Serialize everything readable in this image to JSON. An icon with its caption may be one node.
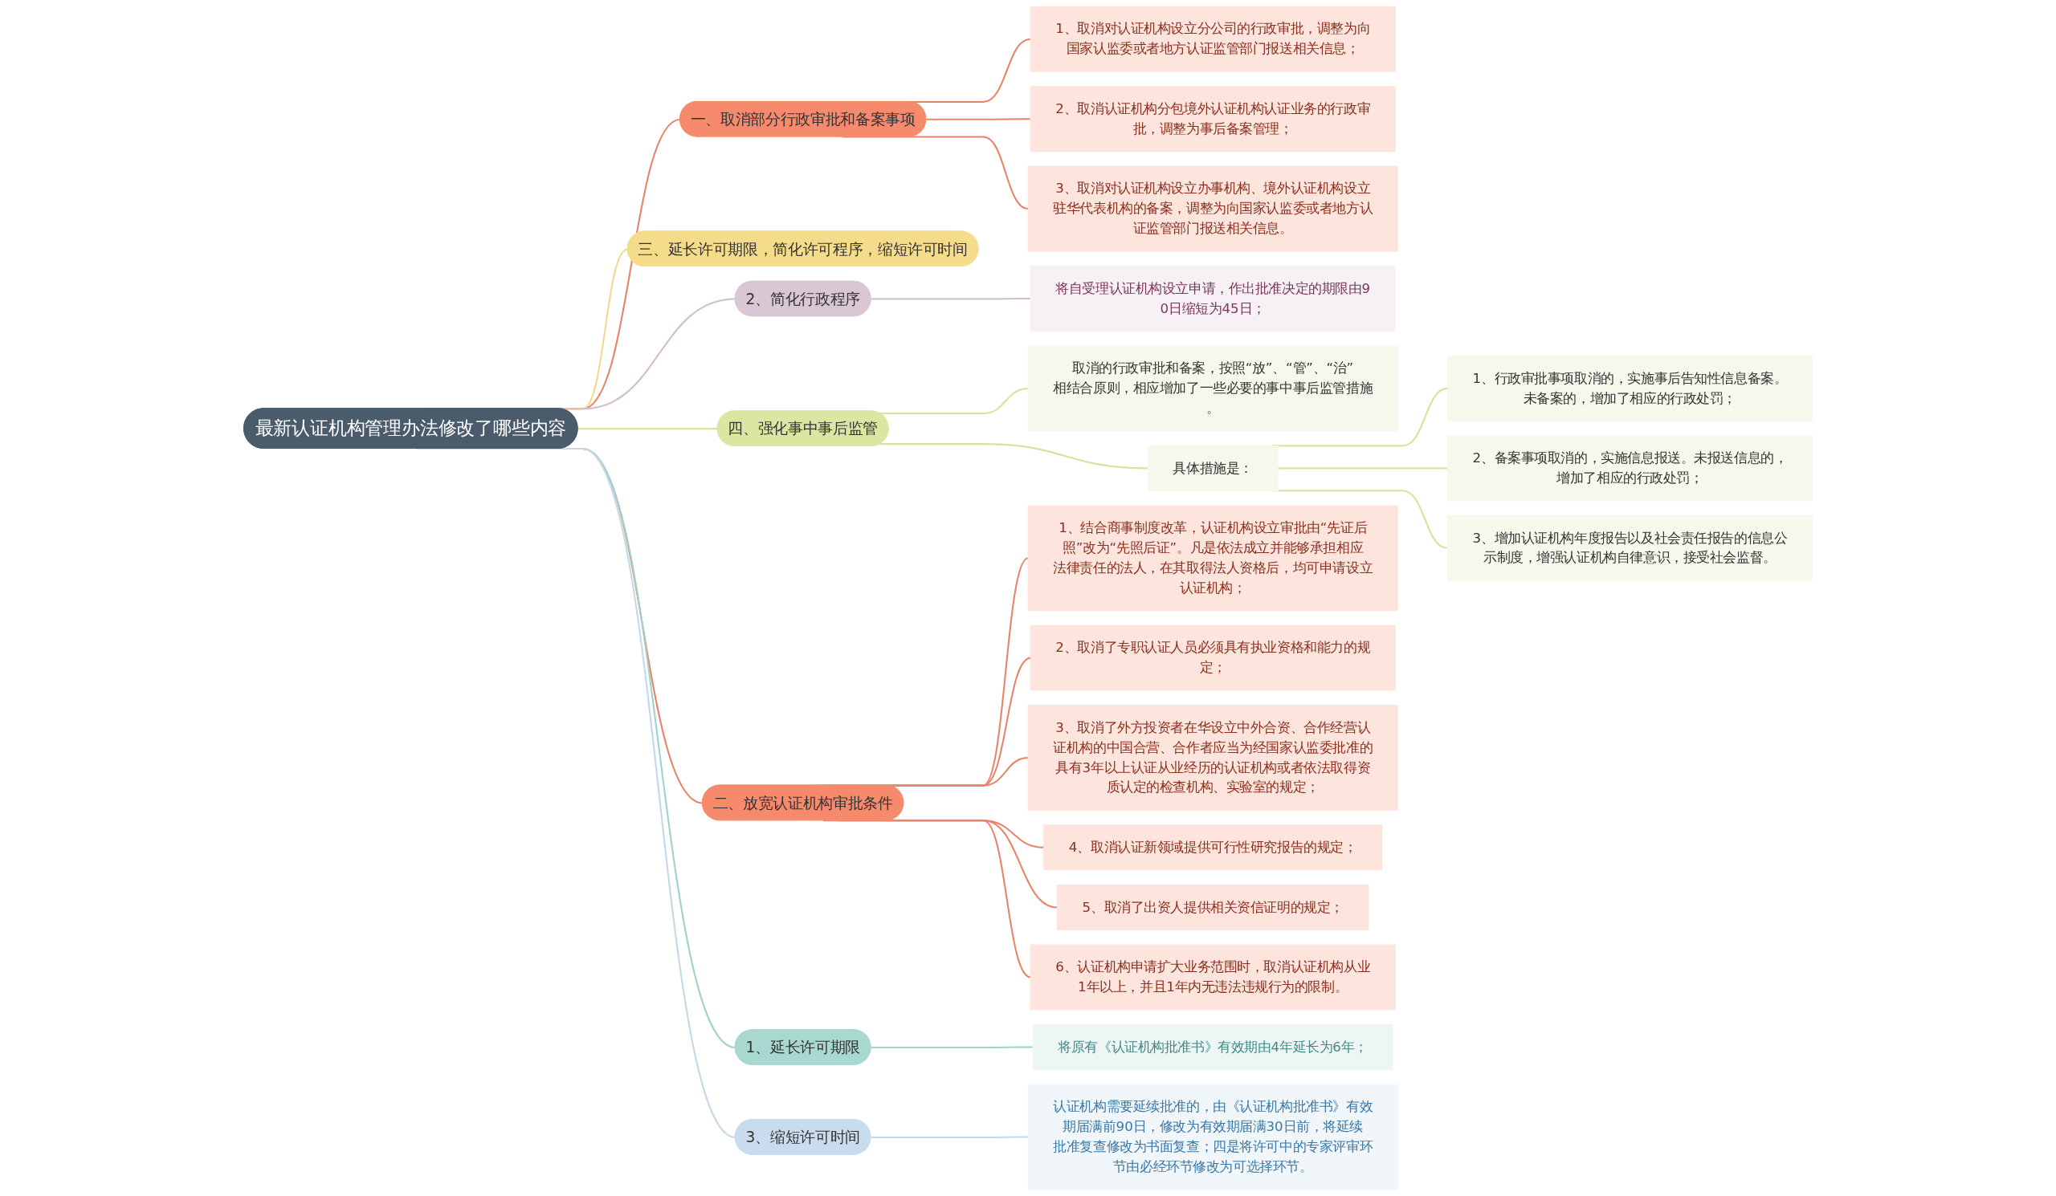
{
  "diagram": {
    "nodes": [
      {
        "text": [
          "最新认证机构管理办法修改了哪些内容"
        ]
      },
      {
        "text": [
          "一、取消部分行政审批和备案事项"
        ]
      },
      {
        "text": [
          "1、取消对认证机构设立分公司的行政审批，调整为向国家认监委或者地方认证监管部门报送相关信息；"
        ]
      },
      {
        "text": [
          "2、取消认证机构分包境外认证机构认证业务的行政审批，调整为事后备案管理；"
        ]
      },
      {
        "text": [
          "3、取消对认证机构设立办事机构、境外认证机构设立驻华代表机构的备案，调整为向国家认监委或者地方认证监管部门报送相关信息。"
        ]
      },
      {
        "text": [
          "三、延长许可期限，简化许可程序，缩短许可时间"
        ]
      },
      {
        "text": [
          "2、简化行政程序"
        ]
      },
      {
        "text": [
          "将自受理认证机构设立申请，作出批准决定的期限由90日缩短为45日；"
        ]
      },
      {
        "text": [
          "四、强化事中事后监管"
        ]
      },
      {
        "text": [
          "取消的行政审批和备案，按照“放”、“管”、“治”相结合原则，相应增加了一些必要的事中事后监管措施。"
        ]
      },
      {
        "text": [
          "具体措施是："
        ]
      },
      {
        "text": [
          "1、行政审批事项取消的，实施事后告知性信息备案。未备案的，增加了相应的行政处罚；"
        ]
      },
      {
        "text": [
          "2、备案事项取消的，实施信息报送。未报送信息的，增加了相应的行政处罚；"
        ]
      },
      {
        "text": [
          "3、增加认证机构年度报告以及社会责任报告的信息公示制度，增强认证机构自律意识，接受社会监督。"
        ]
      },
      {
        "text": [
          "二、放宽认证机构审批条件"
        ]
      },
      {
        "text": [
          "1、结合商事制度改革，认证机构设立审批由“先证后照”改为“先照后证”。凡是依法成立并能够承担相应法律责任的法人，在其取得法人资格后，均可申请设立认证机构；"
        ]
      },
      {
        "text": [
          "2、取消了专职认证人员必须具有执业资格和能力的规定；"
        ]
      },
      {
        "text": [
          "3、取消了外方投资者在华设立中外合资、合作经营认证机构的中国合营、合作者应当为经国家认监委批准的具有3年以上认证从业经历的认证机构或者依法取得资质认定的检查机构、实验室的规定；"
        ]
      },
      {
        "text": [
          "4、取消认证新领域提供可行性研究报告的规定；"
        ]
      },
      {
        "text": [
          "5、取消了出资人提供相关资信证明的规定；"
        ]
      },
      {
        "text": [
          "6、认证机构申请扩大业务范围时，取消认证机构从业1年以上，并且1年内无违法违规行为的限制。"
        ]
      },
      {
        "text": [
          "1、延长许可期限"
        ]
      },
      {
        "text": [
          "将原有《认证机构批准书》有效期由4年延长为6年；"
        ]
      },
      {
        "text": [
          "3、缩短许可时间"
        ]
      },
      {
        "text": [
          "认证机构需要延续批准的，由《认证机构批准书》有效期届满前90日，修改为有效期届满30日前，将延续批准复查修改为书面复查；四是将许可中的专家评审环节由必经环节修改为可选择环节。"
        ]
      }
    ],
    "edges": [
      {
        "from": 0,
        "to": 1,
        "arrow": "none"
      },
      {
        "from": 1,
        "to": 2,
        "arrow": "none"
      },
      {
        "from": 1,
        "to": 3,
        "arrow": "none"
      },
      {
        "from": 1,
        "to": 4,
        "arrow": "none"
      },
      {
        "from": 0,
        "to": 5,
        "arrow": "none",
        "color": "#f2d98a"
      },
      {
        "from": 0,
        "to": 6,
        "arrow": "none",
        "color": "#d4bccb"
      },
      {
        "from": 6,
        "to": 7,
        "arrow": "none",
        "color": "#d4bccb"
      },
      {
        "from": 0,
        "to": 8,
        "arrow": "none",
        "color": "#d6e29e"
      },
      {
        "from": 8,
        "to": 9,
        "arrow": "none",
        "color": "#d6e29e"
      },
      {
        "from": 8,
        "to": 10,
        "arrow": "none",
        "color": "#d6e29e"
      },
      {
        "from": 10,
        "to": 11,
        "arrow": "none",
        "color": "#d6e29e"
      },
      {
        "from": 10,
        "to": 12,
        "arrow": "none",
        "color": "#d6e29e"
      },
      {
        "from": 10,
        "to": 13,
        "arrow": "none",
        "color": "#d6e29e"
      },
      {
        "from": 0,
        "to": 14,
        "arrow": "none"
      },
      {
        "from": 14,
        "to": 15,
        "arrow": "none"
      },
      {
        "from": 14,
        "to": 16,
        "arrow": "none"
      },
      {
        "from": 14,
        "to": 17,
        "arrow": "none"
      },
      {
        "from": 14,
        "to": 18,
        "arrow": "none"
      },
      {
        "from": 14,
        "to": 19,
        "arrow": "none"
      },
      {
        "from": 14,
        "to": 20,
        "arrow": "none"
      },
      {
        "from": 0,
        "to": 21,
        "arrow": "none",
        "color": "#9fd3ca"
      },
      {
        "from": 21,
        "to": 22,
        "arrow": "none",
        "color": "#9fd3ca"
      },
      {
        "from": 0,
        "to": 23,
        "arrow": "none",
        "color": "#c3d8ea"
      },
      {
        "from": 23,
        "to": 24,
        "arrow": "none",
        "color": "#c3d8ea"
      }
    ]
  }
}
